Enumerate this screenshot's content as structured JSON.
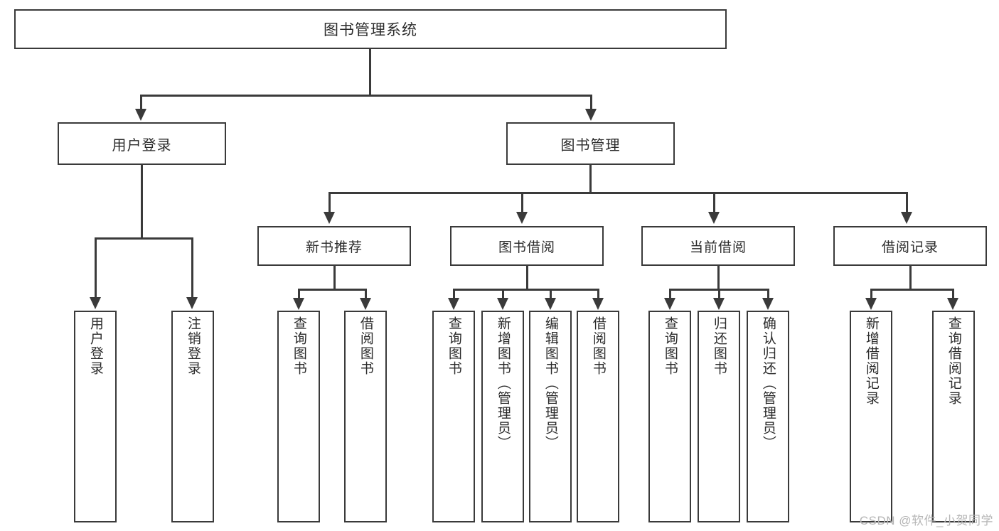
{
  "diagram": {
    "type": "hierarchy-tree",
    "root": {
      "label": "图书管理系统"
    },
    "level2": [
      {
        "label": "用户登录"
      },
      {
        "label": "图书管理"
      }
    ],
    "level3": [
      {
        "label": "新书推荐"
      },
      {
        "label": "图书借阅"
      },
      {
        "label": "当前借阅"
      },
      {
        "label": "借阅记录"
      }
    ],
    "leaves": {
      "user_login": [
        {
          "label": "用户登录"
        },
        {
          "label": "注销登录"
        }
      ],
      "new_book_recommend": [
        {
          "label": "查询图书"
        },
        {
          "label": "借阅图书"
        }
      ],
      "book_borrow": [
        {
          "label": "查询图书"
        },
        {
          "label": "新增图书（管理员）"
        },
        {
          "label": "编辑图书（管理员）"
        },
        {
          "label": "借阅图书"
        }
      ],
      "current_borrow": [
        {
          "label": "查询图书"
        },
        {
          "label": "归还图书"
        },
        {
          "label": "确认归还（管理员）"
        }
      ],
      "borrow_record": [
        {
          "label": "新增借阅记录"
        },
        {
          "label": "查询借阅记录"
        }
      ]
    }
  },
  "watermark": {
    "text": "CSDN @软件_小贺同学"
  },
  "colors": {
    "stroke": "#3a3a3a",
    "background": "#ffffff",
    "text": "#2b2b2b",
    "watermark": "#b6b6b6"
  }
}
